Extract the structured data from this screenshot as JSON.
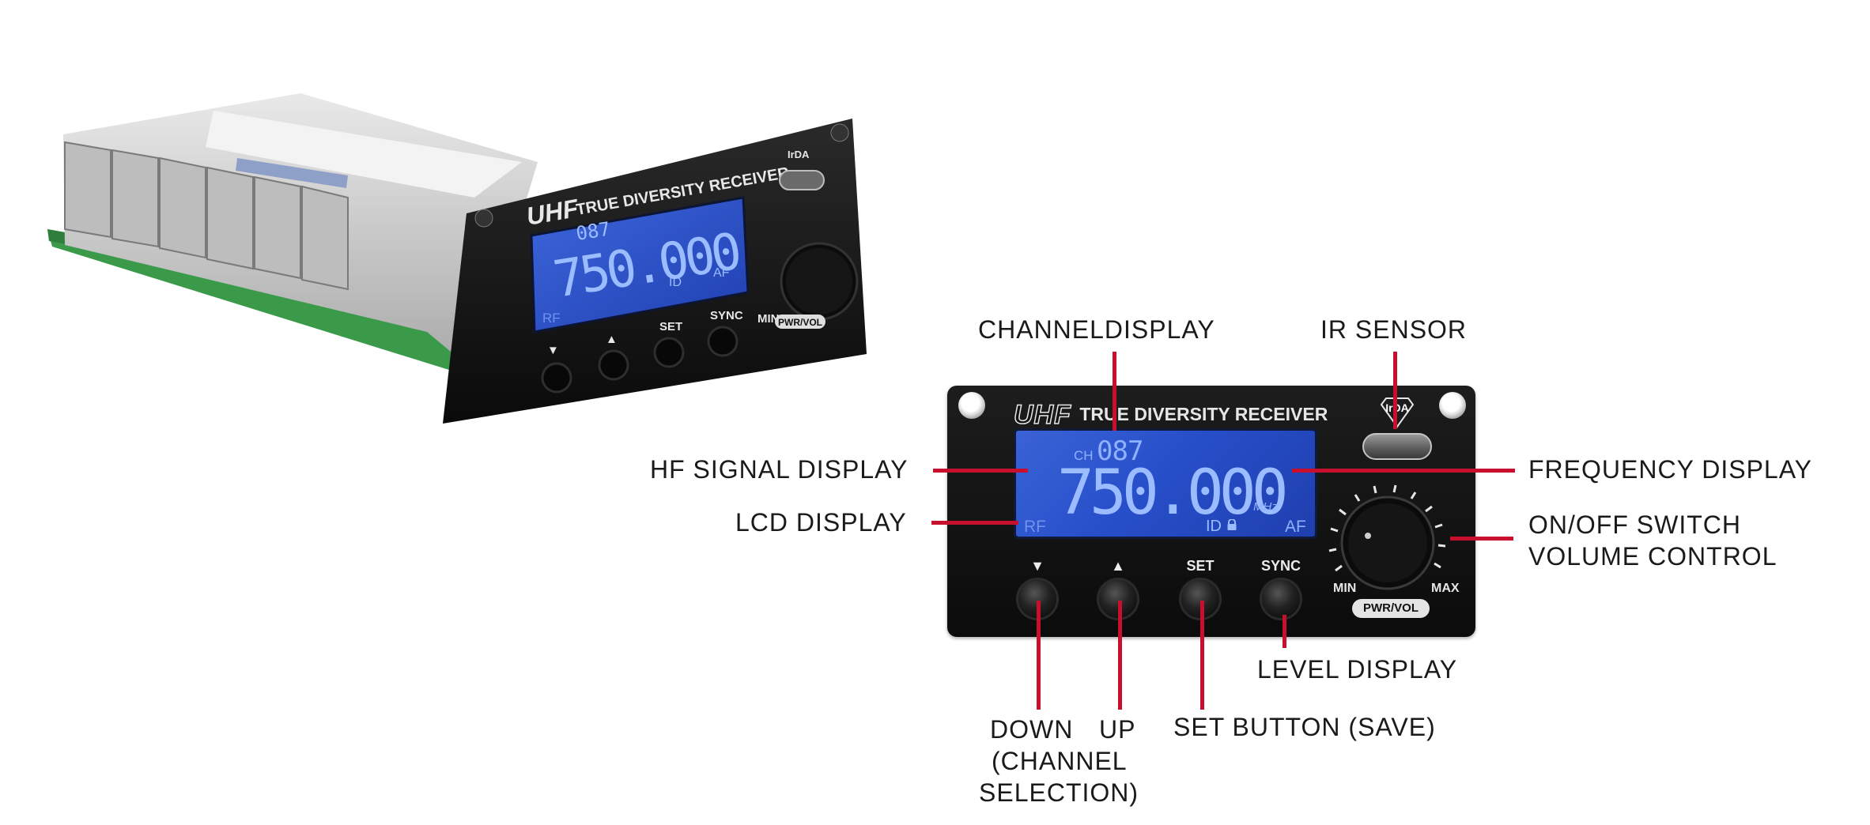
{
  "device": {
    "brand_logo": "UHF",
    "model_text": "TRUE DIVERSITY RECEIVER",
    "irda_label": "IrDA",
    "lcd": {
      "channel_label": "CH",
      "channel_value": "087",
      "frequency": "750.000",
      "frequency_unit": "MHz",
      "rf_label": "RF",
      "id_label": "ID",
      "af_label": "AF"
    },
    "buttons": [
      "▼",
      "▲",
      "SET",
      "SYNC"
    ],
    "knob": {
      "min": "MIN",
      "max": "MAX",
      "badge": "PWR/VOL"
    }
  },
  "callouts": {
    "channel_display": "CHANNELDISPLAY",
    "ir_sensor": "IR SENSOR",
    "hf_signal_display": "HF SIGNAL DISPLAY",
    "frequency_display": "FREQUENCY DISPLAY",
    "lcd_display": "LCD DISPLAY",
    "onoff_line1": "ON/OFF SWITCH",
    "onoff_line2": "VOLUME CONTROL",
    "level_display": "LEVEL DISPLAY",
    "down_line1": "DOWN",
    "down_line2": "(CHANNEL",
    "down_line3": "SELECTION)",
    "up": "UP",
    "set_button": "SET BUTTON (SAVE)"
  },
  "colors": {
    "callout_line": "#c8102e",
    "lcd": "#2b55d0",
    "panel": "#111111"
  }
}
